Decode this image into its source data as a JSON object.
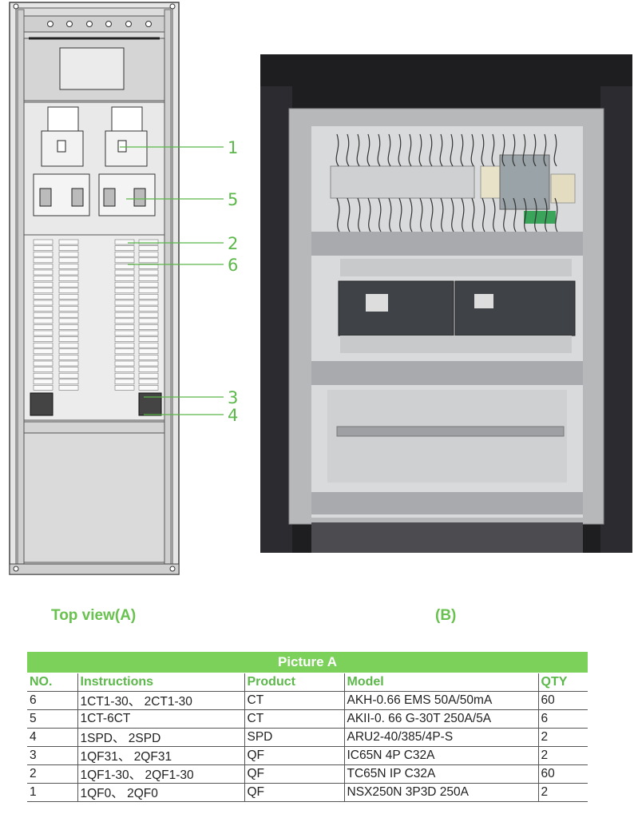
{
  "figure_a": {
    "callouts": [
      "1",
      "5",
      "2",
      "6",
      "3",
      "4"
    ]
  },
  "captions": {
    "a": "Top view(A)",
    "b": "(B)"
  },
  "table": {
    "title": "Picture A",
    "headers": [
      "NO.",
      "Instructions",
      "Product",
      "Model",
      "QTY"
    ],
    "rows": [
      [
        "6",
        "1CT1-30、 2CT1-30",
        "CT",
        "AKH-0.66 EMS 50A/50mA",
        "60"
      ],
      [
        "5",
        "1CT-6CT",
        "CT",
        "AKII-0. 66 G-30T 250A/5A",
        "6"
      ],
      [
        "4",
        "1SPD、 2SPD",
        "SPD",
        "ARU2-40/385/4P-S",
        "2"
      ],
      [
        "3",
        "1QF31、 2QF31",
        "QF",
        "IC65N 4P C32A",
        "2"
      ],
      [
        "2",
        "1QF1-30、 2QF1-30",
        "QF",
        "TC65N IP C32A",
        "60"
      ],
      [
        "1",
        "1QF0、 2QF0",
        "QF",
        "NSX250N 3P3D 250A",
        "2"
      ]
    ]
  },
  "colors": {
    "accent_green": "#69c14f",
    "table_title_bg": "#7bd15a"
  }
}
